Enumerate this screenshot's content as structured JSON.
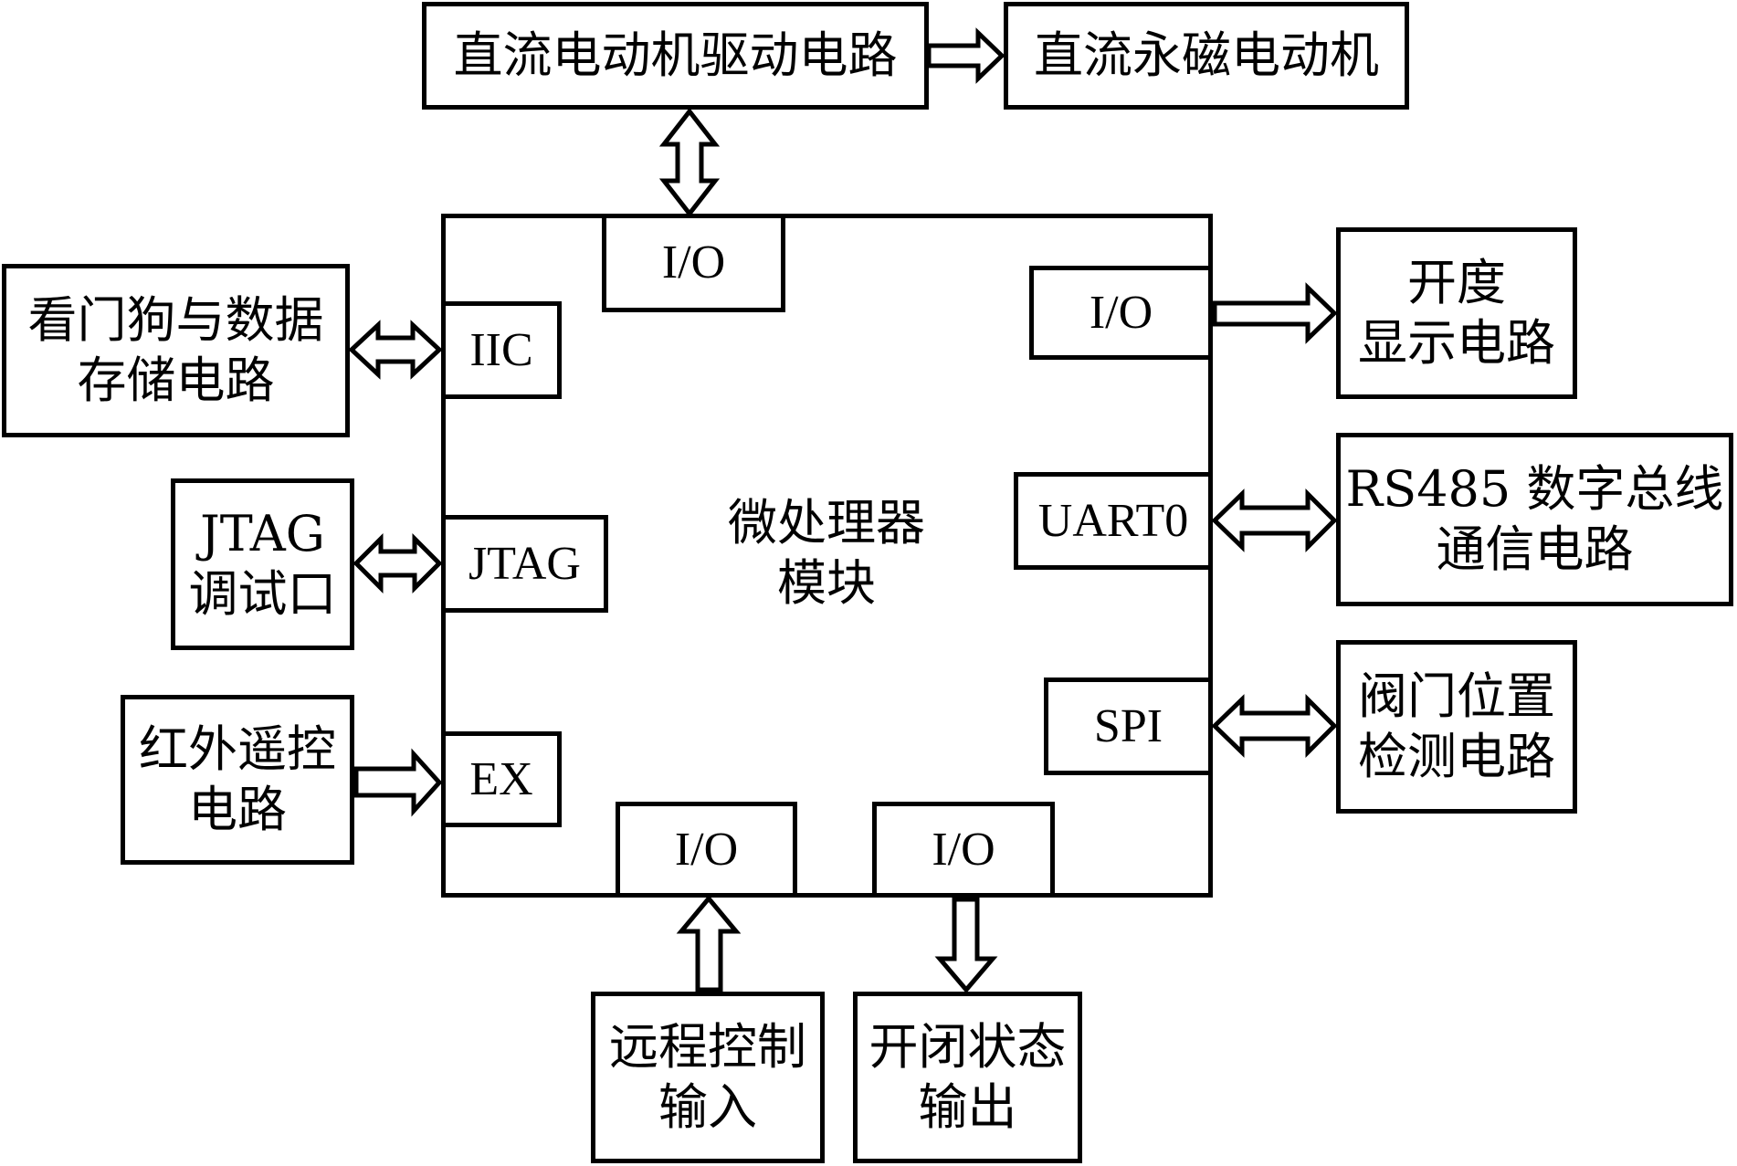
{
  "diagram": {
    "title": "",
    "external_blocks": {
      "motor_driver": "直流电动机驱动电路",
      "motor": "直流永磁电动机",
      "watchdog_storage": "看门狗与数据\n存储电路",
      "jtag_debug": "JTAG\n调试口",
      "ir_remote": "红外遥控\n电路",
      "opening_display": "开度\n显示电路",
      "rs485": "RS485 数字总线\n通信电路",
      "valve_position": "阀门位置\n检测电路",
      "remote_input": "远程控制\n输入",
      "open_close_output": "开闭状态\n输出"
    },
    "mcu": {
      "label": "微处理器\n模块",
      "ports": {
        "io_top": "I/O",
        "iic": "IIC",
        "jtag": "JTAG",
        "ex": "EX",
        "io_right": "I/O",
        "uart0": "UART0",
        "spi": "SPI",
        "io_bottom_left": "I/O",
        "io_bottom_right": "I/O"
      }
    },
    "connections": [
      {
        "from": "motor_driver",
        "to": "motor",
        "direction": "one-way"
      },
      {
        "from": "motor_driver",
        "to": "io_top",
        "direction": "bidirectional"
      },
      {
        "from": "watchdog_storage",
        "to": "iic",
        "direction": "bidirectional"
      },
      {
        "from": "jtag_debug",
        "to": "jtag",
        "direction": "bidirectional"
      },
      {
        "from": "ir_remote",
        "to": "ex",
        "direction": "one-way"
      },
      {
        "from": "io_right",
        "to": "opening_display",
        "direction": "one-way"
      },
      {
        "from": "uart0",
        "to": "rs485",
        "direction": "bidirectional"
      },
      {
        "from": "spi",
        "to": "valve_position",
        "direction": "bidirectional"
      },
      {
        "from": "remote_input",
        "to": "io_bottom_left",
        "direction": "one-way"
      },
      {
        "from": "io_bottom_right",
        "to": "open_close_output",
        "direction": "one-way"
      }
    ]
  }
}
